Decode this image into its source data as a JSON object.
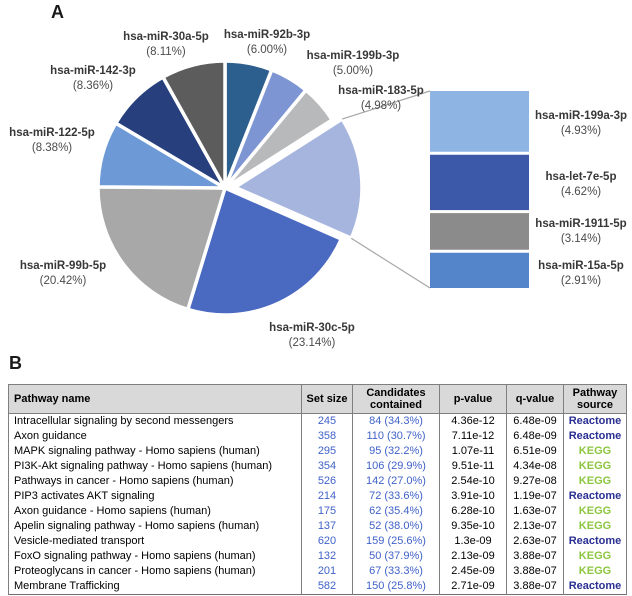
{
  "panels": {
    "a_label": "A",
    "b_label": "B"
  },
  "chart_data": {
    "type": "pie",
    "subtype": "pie-of-pie",
    "unit": "percent",
    "legend_position": "none",
    "slices": [
      {
        "id": "hsa-miR-92b-3p",
        "label": "hsa-miR-92b-3p",
        "value": 6.0,
        "pct_label": "(6.00%)",
        "color": "#2d5f8e"
      },
      {
        "id": "hsa-miR-199b-3p",
        "label": "hsa-miR-199b-3p",
        "value": 5.0,
        "pct_label": "(5.00%)",
        "color": "#7d96d3"
      },
      {
        "id": "hsa-miR-183-5p",
        "label": "hsa-miR-183-5p",
        "value": 4.98,
        "pct_label": "(4.98%)",
        "color": "#b8b9bb"
      },
      {
        "id": "other-group",
        "label": "",
        "value": 15.6,
        "pct_label": "",
        "color": "#a6b5dd",
        "exploded": true,
        "detail": true
      },
      {
        "id": "hsa-miR-30c-5p",
        "label": "hsa-miR-30c-5p",
        "value": 23.14,
        "pct_label": "(23.14%)",
        "color": "#4a69c0"
      },
      {
        "id": "hsa-miR-99b-5p",
        "label": "hsa-miR-99b-5p",
        "value": 20.42,
        "pct_label": "(20.42%)",
        "color": "#a8a8a8"
      },
      {
        "id": "hsa-miR-122-5p",
        "label": "hsa-miR-122-5p",
        "value": 8.38,
        "pct_label": "(8.38%)",
        "color": "#6d9ad7"
      },
      {
        "id": "hsa-miR-142-3p",
        "label": "hsa-miR-142-3p",
        "value": 8.36,
        "pct_label": "(8.36%)",
        "color": "#27407d"
      },
      {
        "id": "hsa-miR-30a-5p",
        "label": "hsa-miR-30a-5p",
        "value": 8.11,
        "pct_label": "(8.11%)",
        "color": "#5c5c5c"
      }
    ],
    "detail_bar": {
      "segments": [
        {
          "id": "hsa-miR-199a-3p",
          "label": "hsa-miR-199a-3p",
          "value": 4.93,
          "pct_label": "(4.93%)",
          "color": "#8db4e2"
        },
        {
          "id": "hsa-let-7e-5p",
          "label": "hsa-let-7e-5p",
          "value": 4.62,
          "pct_label": "(4.62%)",
          "color": "#3c58a8"
        },
        {
          "id": "hsa-miR-1911-5p",
          "label": "hsa-miR-1911-5p",
          "value": 3.14,
          "pct_label": "(3.14%)",
          "color": "#8c8b8b"
        },
        {
          "id": "hsa-miR-15a-5p",
          "label": "hsa-miR-15a-5p",
          "value": 2.91,
          "pct_label": "(2.91%)",
          "color": "#5484ca"
        }
      ]
    },
    "connector_color": "#a6a6a6"
  },
  "table": {
    "columns": [
      "Pathway name",
      "Set size",
      "Candidates contained",
      "p-value",
      "q-value",
      "Pathway source"
    ],
    "link_color": "#4062c8",
    "source_colors": {
      "Reactome": "#2a2f92",
      "KEGG": "#8cc63f"
    },
    "rows": [
      [
        "Intracellular signaling by second messengers",
        "245",
        "84 (34.3%)",
        "4.36e-12",
        "6.48e-09",
        "Reactome"
      ],
      [
        "Axon guidance",
        "358",
        "110 (30.7%)",
        "7.11e-12",
        "6.48e-09",
        "Reactome"
      ],
      [
        "MAPK signaling pathway - Homo sapiens (human)",
        "295",
        "95 (32.2%)",
        "1.07e-11",
        "6.51e-09",
        "KEGG"
      ],
      [
        "PI3K-Akt signaling pathway - Homo sapiens (human)",
        "354",
        "106 (29.9%)",
        "9.51e-11",
        "4.34e-08",
        "KEGG"
      ],
      [
        "Pathways in cancer - Homo sapiens (human)",
        "526",
        "142 (27.0%)",
        "2.54e-10",
        "9.27e-08",
        "KEGG"
      ],
      [
        "PIP3 activates AKT signaling",
        "214",
        "72 (33.6%)",
        "3.91e-10",
        "1.19e-07",
        "Reactome"
      ],
      [
        "Axon guidance - Homo sapiens (human)",
        "175",
        "62 (35.4%)",
        "6.28e-10",
        "1.63e-07",
        "KEGG"
      ],
      [
        "Apelin signaling pathway - Homo sapiens (human)",
        "137",
        "52 (38.0%)",
        "9.35e-10",
        "2.13e-07",
        "KEGG"
      ],
      [
        "Vesicle-mediated transport",
        "620",
        "159 (25.6%)",
        "1.3e-09",
        "2.63e-07",
        "Reactome"
      ],
      [
        "FoxO signaling pathway - Homo sapiens (human)",
        "132",
        "50 (37.9%)",
        "2.13e-09",
        "3.88e-07",
        "KEGG"
      ],
      [
        "Proteoglycans in cancer - Homo sapiens (human)",
        "201",
        "67 (33.3%)",
        "2.45e-09",
        "3.88e-07",
        "KEGG"
      ],
      [
        "Membrane Trafficking",
        "582",
        "150 (25.8%)",
        "2.71e-09",
        "3.88e-07",
        "Reactome"
      ]
    ]
  }
}
